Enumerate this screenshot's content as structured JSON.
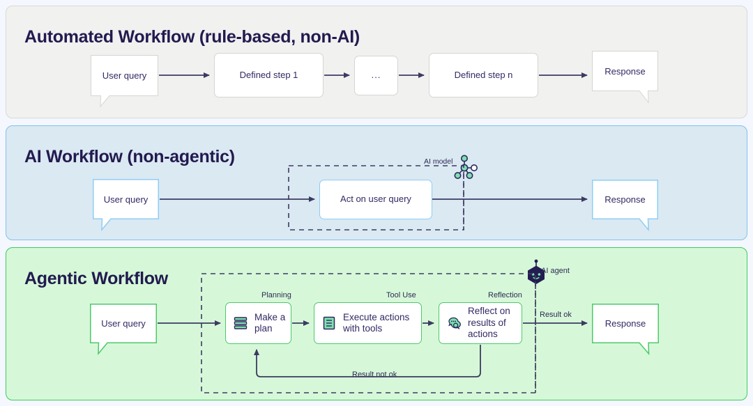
{
  "page": {
    "background": "#f4f7fd"
  },
  "panels": [
    {
      "id": "automated-workflow",
      "title": "Automated Workflow (rule-based, non-AI)",
      "accent": "#d8d8d6",
      "background": "#f1f1f0",
      "nodes": [
        {
          "name": "user-query",
          "label": "User query"
        },
        {
          "name": "defined-step-1",
          "label": "Defined step 1"
        },
        {
          "name": "ellipsis-step",
          "label": "..."
        },
        {
          "name": "defined-step-n",
          "label": "Defined step n"
        },
        {
          "name": "response",
          "label": "Response"
        }
      ]
    },
    {
      "id": "ai-workflow",
      "title": "AI Workflow (non-agentic)",
      "accent": "#7ec2ef",
      "background": "#dbe9f2",
      "group_label": "AI model",
      "nodes": [
        {
          "name": "user-query",
          "label": "User query"
        },
        {
          "name": "act-on-user-query",
          "label": "Act on user query"
        },
        {
          "name": "response",
          "label": "Response"
        }
      ]
    },
    {
      "id": "agentic-workflow",
      "title": "Agentic Workflow",
      "accent": "#3dcb61",
      "background": "#d6f8d8",
      "group_label": "AI agent",
      "nodes": [
        {
          "name": "user-query",
          "label": "User query"
        },
        {
          "name": "make-a-plan",
          "label": "Make a plan",
          "caption": "Planning",
          "icon": "layers-icon"
        },
        {
          "name": "execute-actions-with-tools",
          "label": "Execute actions with tools",
          "caption": "Tool Use",
          "icon": "document-icon"
        },
        {
          "name": "reflect-on-results",
          "label": "Reflect on results of actions",
          "caption": "Reflection",
          "icon": "thought-search-icon"
        },
        {
          "name": "response",
          "label": "Response"
        }
      ],
      "edge_labels": {
        "result_ok": "Result ok",
        "result_not_ok": "Result not ok"
      }
    }
  ],
  "colors": {
    "arrow": "#3c3a62",
    "title": "#221a4f",
    "text": "#312a63",
    "icon_fill": "#7fe0b0",
    "icon_stroke": "#2d2a5e",
    "agent_hex": "#231d52"
  }
}
